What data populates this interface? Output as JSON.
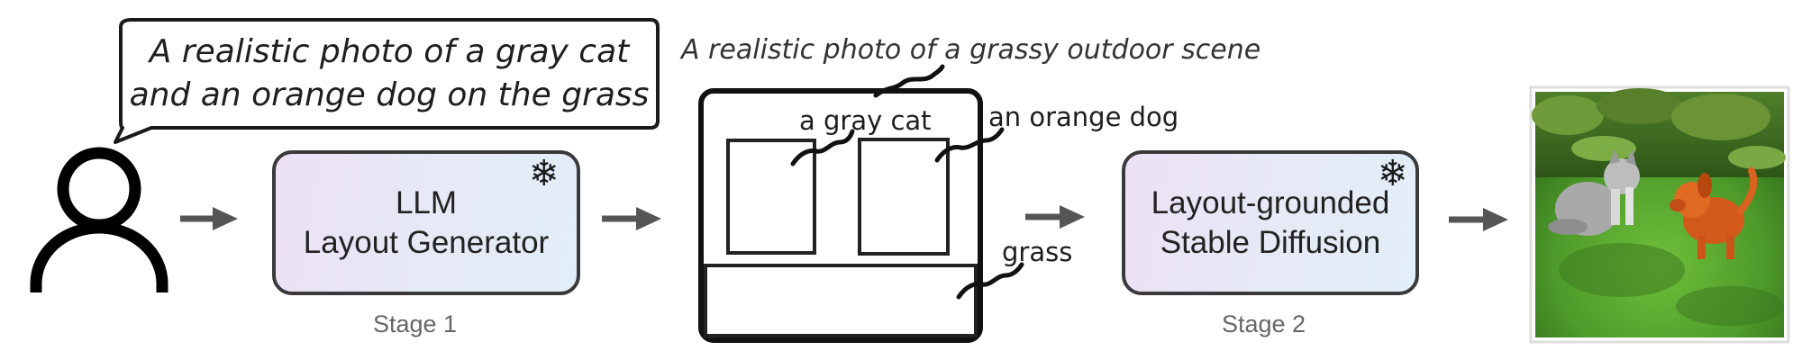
{
  "user_prompt": {
    "line1": "A realistic photo of a gray cat",
    "line2": "and an orange dog on the grass"
  },
  "scene_caption": "A realistic photo of a grassy outdoor scene",
  "stage1": {
    "box_line1": "LLM",
    "box_line2": "Layout Generator",
    "label": "Stage 1",
    "frozen_icon": "snowflake-icon"
  },
  "layout": {
    "boxes": [
      "a gray cat",
      "an orange dog",
      "grass"
    ]
  },
  "stage2": {
    "box_line1": "Layout-grounded",
    "box_line2": "Stable Diffusion",
    "label": "Stage 2",
    "frozen_icon": "snowflake-icon"
  },
  "icons": {
    "user": "user-icon",
    "arrow": "arrow-right-icon",
    "snowflake": "❄"
  },
  "colors": {
    "box_gradient_start": "#ece1f5",
    "box_gradient_end": "#e1eef8",
    "arrow": "#555555",
    "stroke": "#111111"
  }
}
